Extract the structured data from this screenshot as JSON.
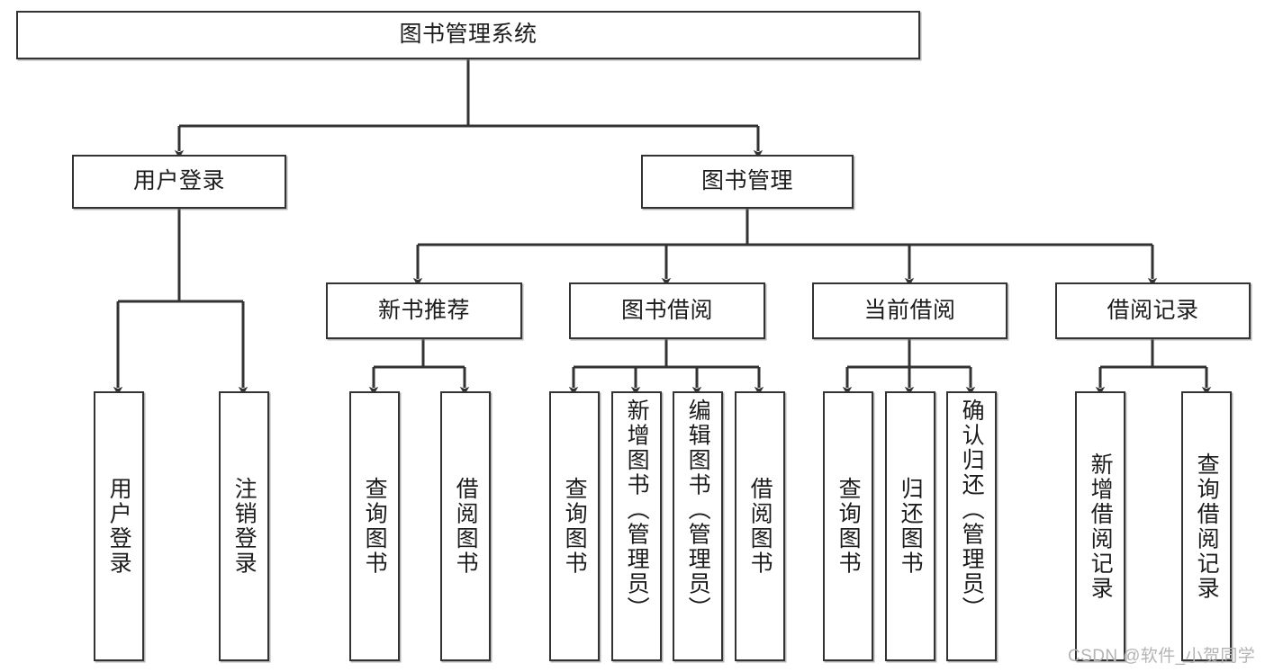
{
  "diagram": {
    "title": "图书管理系统",
    "type": "tree",
    "orientation": "top-down",
    "colors": {
      "box_border": "#333333",
      "box_fill": "#ffffff",
      "edge": "#333333",
      "text": "#1c1c1c",
      "watermark": "#b4b4b4",
      "background": "#ffffff"
    }
  },
  "nodes": {
    "root": {
      "label": "图书管理系统"
    },
    "level2": [
      {
        "id": "user-login",
        "label": "用户登录"
      },
      {
        "id": "book-manage",
        "label": "图书管理"
      }
    ],
    "level3": [
      {
        "id": "new-book-recommend",
        "label": "新书推荐"
      },
      {
        "id": "book-borrow",
        "label": "图书借阅"
      },
      {
        "id": "current-borrow",
        "label": "当前借阅"
      },
      {
        "id": "borrow-record",
        "label": "借阅记录"
      }
    ],
    "leaves": [
      {
        "id": "leaf-user-login",
        "label": "用户登录",
        "parent": "user-login"
      },
      {
        "id": "leaf-logout-login",
        "label": "注销登录",
        "parent": "user-login"
      },
      {
        "id": "leaf-query-book-1",
        "label": "查询图书",
        "parent": "new-book-recommend"
      },
      {
        "id": "leaf-borrow-book-1",
        "label": "借阅图书",
        "parent": "new-book-recommend"
      },
      {
        "id": "leaf-query-book-2",
        "label": "查询图书",
        "parent": "book-borrow"
      },
      {
        "id": "leaf-add-book",
        "label": "新增图书（管理员）",
        "parent": "book-borrow"
      },
      {
        "id": "leaf-edit-book",
        "label": "编辑图书（管理员）",
        "parent": "book-borrow"
      },
      {
        "id": "leaf-borrow-book-2",
        "label": "借阅图书",
        "parent": "book-borrow"
      },
      {
        "id": "leaf-query-book-3",
        "label": "查询图书",
        "parent": "current-borrow"
      },
      {
        "id": "leaf-return-book",
        "label": "归还图书",
        "parent": "current-borrow"
      },
      {
        "id": "leaf-confirm-return",
        "label": "确认归还（管理员）",
        "parent": "current-borrow"
      },
      {
        "id": "leaf-add-borrow-record",
        "label": "新增借阅记录",
        "parent": "borrow-record"
      },
      {
        "id": "leaf-query-borrow-record",
        "label": "查询借阅记录",
        "parent": "borrow-record"
      }
    ]
  },
  "watermark": {
    "text": "CSDN @软件_小贺同学"
  }
}
